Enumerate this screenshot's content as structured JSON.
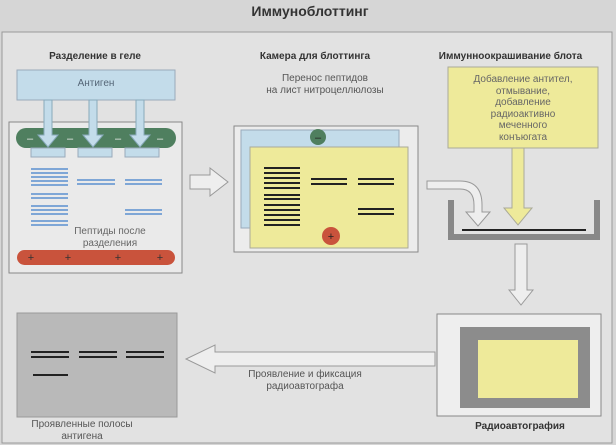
{
  "title": "Иммуноблоттинг",
  "sections": {
    "gel": {
      "heading": "Разделение в геле",
      "antigen_label": "Антиген",
      "negative_sign": "–",
      "positive_sign": "+",
      "peptides_label_1": "Пептиды после",
      "peptides_label_2": "разделения"
    },
    "blotting": {
      "heading": "Камера для блоттинга",
      "transfer_label_1": "Перенос пептидов",
      "transfer_label_2": "на лист нитроцеллюлозы"
    },
    "staining": {
      "heading": "Иммунноокрашивание  блота",
      "steps_1": "Добавление антител,",
      "steps_2": "отмывание,",
      "steps_3": "добавление",
      "steps_4": "радиоактивно",
      "steps_5": "меченного",
      "steps_6": "конъюгата"
    },
    "autoradiography": {
      "heading": "Радиоавтография"
    },
    "development": {
      "label_1": "Проявление и фиксация",
      "label_2": "радиоавтографа"
    },
    "result": {
      "label_1": "Проявленные полосы",
      "label_2": "антигена"
    }
  },
  "colors": {
    "antigen": "#c3dcea",
    "cathode": "#4f7f5f",
    "anode": "#c9533c",
    "membrane": "#eeea9a",
    "band_blue": "#5b8fd0",
    "film": "#b9b9b9"
  }
}
